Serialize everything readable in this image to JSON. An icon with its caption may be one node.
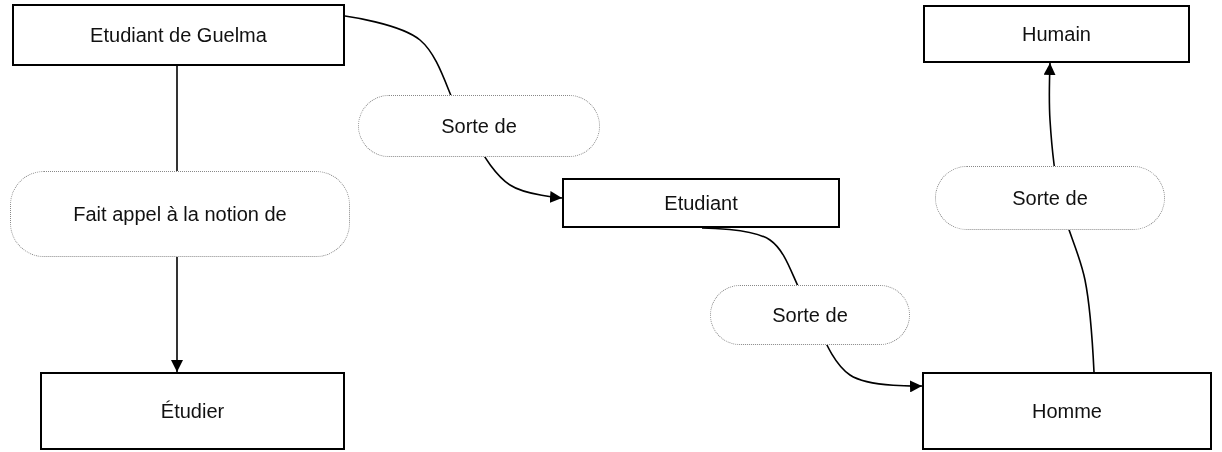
{
  "diagram": {
    "nodes": [
      {
        "text": [
          "Etudiant de Guelma"
        ]
      },
      {
        "text": [
          "Étudier"
        ]
      },
      {
        "text": [
          "Etudiant"
        ]
      },
      {
        "text": [
          "Homme"
        ]
      },
      {
        "text": [
          "Humain"
        ]
      }
    ],
    "edges": [
      {
        "from": 0,
        "to": 1,
        "arrow": "to",
        "label": "Fait appel à la notion de"
      },
      {
        "from": 0,
        "to": 2,
        "arrow": "to",
        "label": "Sorte de"
      },
      {
        "from": 2,
        "to": 3,
        "arrow": "to",
        "label": "Sorte de"
      },
      {
        "from": 3,
        "to": 4,
        "arrow": "to",
        "label": "Sorte de"
      }
    ]
  }
}
